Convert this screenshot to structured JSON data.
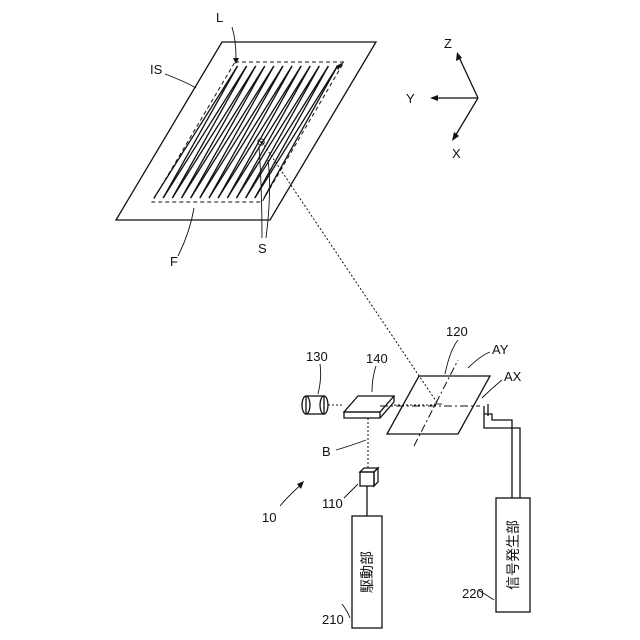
{
  "labels": {
    "ref_10": "10",
    "ref_110": "110",
    "ref_120": "120",
    "ref_130": "130",
    "ref_140": "140",
    "ref_210": "210",
    "ref_220": "220",
    "beam_B": "B",
    "image_surface_IS": "IS",
    "line_L": "L",
    "frame_F": "F",
    "spot_S": "S",
    "axis_AX": "AX",
    "axis_AY": "AY",
    "axis_X": "X",
    "axis_Y": "Y",
    "axis_Z": "Z"
  },
  "boxes": {
    "drive_unit": "駆動部",
    "signal_generator": "信号発生部"
  },
  "icons": {
    "laser_source": "laser-source-icon",
    "photodetector": "photodetector-icon",
    "beam_splitter": "beam-splitter-icon",
    "scanning_mirror": "scanning-mirror-icon"
  }
}
